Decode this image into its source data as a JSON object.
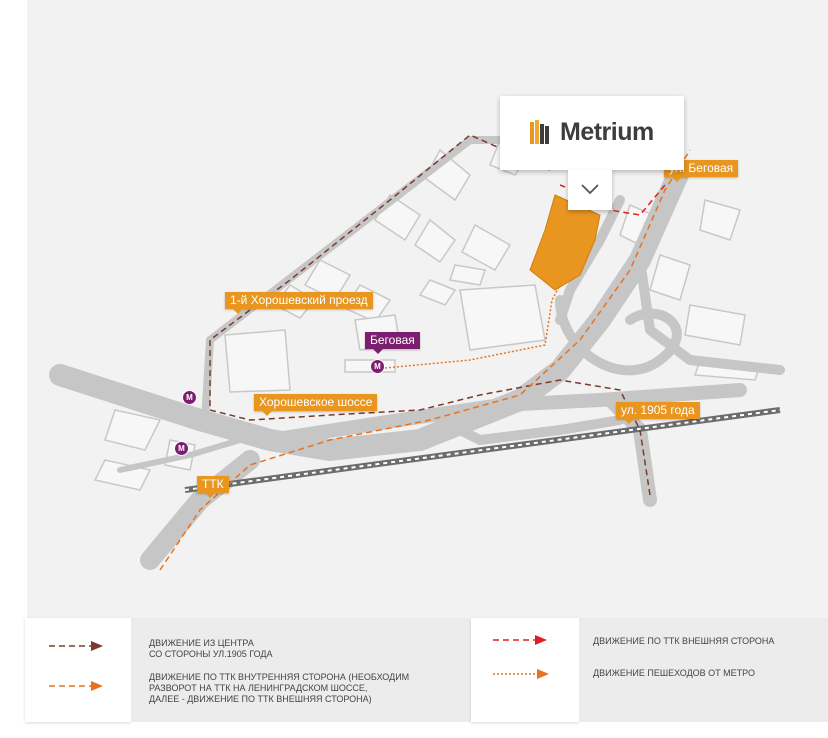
{
  "brand": {
    "name": "Metrium",
    "accent_color": "#e8961f",
    "metro_color": "#7c1e6f",
    "building_color": "#e8961f"
  },
  "map": {
    "labels": {
      "street_begovaya": "ул. Беговая",
      "khoroshevsky_proezd": "1-й Хорошевский проезд",
      "metro_begovaya": "Беговая",
      "khoroshevskoe_shosse": "Хорошевское шоссе",
      "ul_1905": "ул. 1905 года",
      "ttk": "ТТК"
    },
    "metro_symbol": "М",
    "collapse_icon": "chevron-down-icon"
  },
  "legend": {
    "item1": {
      "line1": "Движение из центра",
      "line2": "со стороны ул.1905 года",
      "color": "#7a3b2e"
    },
    "item2": {
      "line1": "Движение по ТТК внутренняя сторона (необходим",
      "line2": "разворот на ТТК  на Ленинградском шоссе,",
      "line3": "далее - движение по ТТК внешняя сторона)",
      "color": "#e8731f"
    },
    "item3": {
      "line1": "Движение по ТТК внешняя сторона",
      "color": "#e02020"
    },
    "item4": {
      "line1": "Движение пешеходов от метро",
      "color": "#e8731f"
    }
  }
}
